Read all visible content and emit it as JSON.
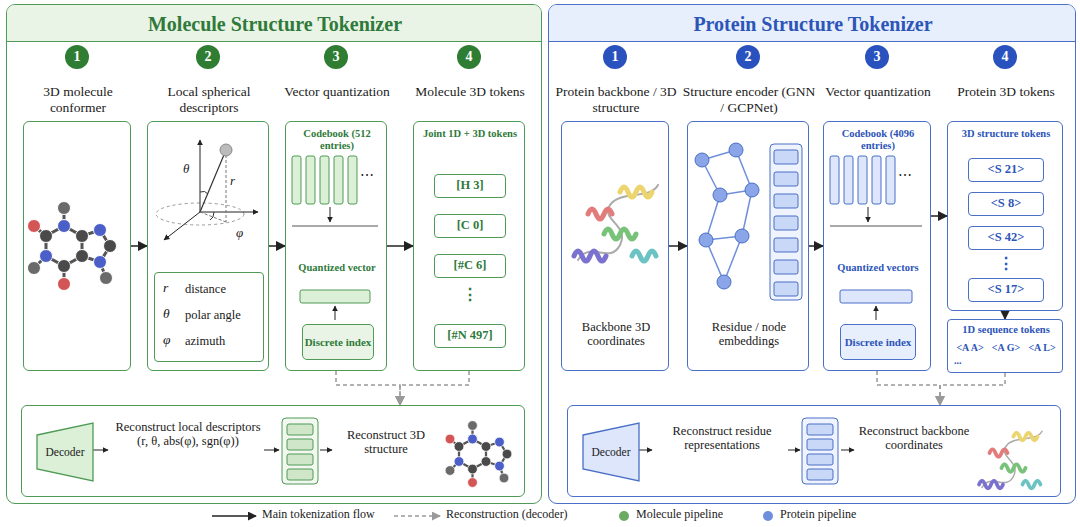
{
  "diagram": {
    "nodes": [
      {
        "text": [
          "Molecule Structure Tokenizer"
        ]
      },
      {
        "text": [
          "1"
        ],
        "in": 0
      },
      {
        "text": [
          "3D molecule conformer"
        ],
        "in": 0
      },
      {
        "text": [
          "2"
        ],
        "in": 0
      },
      {
        "text": [
          "Local spherical descriptors"
        ],
        "in": 0
      },
      {
        "text": [
          "r",
          "distance",
          "θ",
          "polar angle",
          "φ",
          "azimuth"
        ],
        "in": 4
      },
      {
        "text": [
          "3"
        ],
        "in": 0
      },
      {
        "text": [
          "Vector quantization",
          "Codebook (512 entries)",
          "Quantized vector"
        ],
        "in": 0
      },
      {
        "text": [
          "Discrete index"
        ],
        "in": 7
      },
      {
        "text": [
          "4"
        ],
        "in": 0
      },
      {
        "text": [
          "Molecule 3D tokens",
          "Joint 1D + 3D tokens",
          "⋮"
        ],
        "in": 0
      },
      {
        "text": [
          "[H 3]"
        ],
        "in": 10
      },
      {
        "text": [
          "[C 0]"
        ],
        "in": 10
      },
      {
        "text": [
          "[#C 6]"
        ],
        "in": 10
      },
      {
        "text": [
          "[#N 497]"
        ],
        "in": 10
      },
      {
        "text": [
          "Reconstruct local descriptors (r, θ, abs(φ), sgn(φ))",
          "Reconstruct 3D structure"
        ],
        "in": 0
      },
      {
        "text": [
          "Decoder"
        ],
        "in": 15
      },
      {
        "text": [
          "Protein Structure Tokenizer"
        ]
      },
      {
        "text": [
          "1"
        ],
        "in": 17
      },
      {
        "text": [
          "Protein backbone / 3D structure",
          "Backbone 3D coordinates"
        ],
        "in": 17
      },
      {
        "text": [
          "2"
        ],
        "in": 17
      },
      {
        "text": [
          "Structure encoder (GNN / GCPNet)",
          "Residue / node embeddings"
        ],
        "in": 17
      },
      {
        "text": [
          "3"
        ],
        "in": 17
      },
      {
        "text": [
          "Vector quantization",
          "Codebook (4096 entries)",
          "Quantized vectors"
        ],
        "in": 17
      },
      {
        "text": [
          "Discrete index"
        ],
        "in": 23
      },
      {
        "text": [
          "4"
        ],
        "in": 17
      },
      {
        "text": [
          "Protein 3D tokens",
          "3D structure tokens",
          "⋮"
        ],
        "in": 17
      },
      {
        "text": [
          "<S 21>"
        ],
        "in": 26
      },
      {
        "text": [
          "<S 8>"
        ],
        "in": 26
      },
      {
        "text": [
          "<S 42>"
        ],
        "in": 26
      },
      {
        "text": [
          "<S 17>"
        ],
        "in": 26
      },
      {
        "text": [
          "1D sequence tokens",
          "<A A>",
          "<A G>",
          "<A L>",
          "..."
        ],
        "in": 17
      },
      {
        "text": [
          "Reconstruct residue representations",
          "Reconstruct backbone coordinates"
        ],
        "in": 17
      },
      {
        "text": [
          "Decoder"
        ],
        "in": 32
      }
    ],
    "edges": [
      {
        "from": 2,
        "to": 4,
        "arrow": "to"
      },
      {
        "from": 4,
        "to": 7,
        "arrow": "to"
      },
      {
        "from": 7,
        "to": 10,
        "arrow": "to"
      },
      {
        "from": 7,
        "to": 15,
        "arrow": "to"
      },
      {
        "from": 10,
        "to": 15,
        "arrow": "to"
      },
      {
        "from": 19,
        "to": 21,
        "arrow": "to"
      },
      {
        "from": 21,
        "to": 23,
        "arrow": "to"
      },
      {
        "from": 23,
        "to": 26,
        "arrow": "to"
      },
      {
        "from": 26,
        "to": 31,
        "arrow": "to"
      },
      {
        "from": 23,
        "to": 32,
        "arrow": "to"
      },
      {
        "from": 31,
        "to": 32,
        "arrow": "to"
      }
    ],
    "labels": [
      "r",
      "θ",
      "φ",
      "⋯",
      "⋯"
    ],
    "legend": [
      {
        "text": "Main tokenization flow"
      },
      {
        "text": "Reconstruction (decoder)"
      },
      {
        "text": "Molecule pipeline",
        "color": "#6aaa64"
      },
      {
        "text": "Protein pipeline",
        "color": "#6f8fdc"
      }
    ]
  }
}
